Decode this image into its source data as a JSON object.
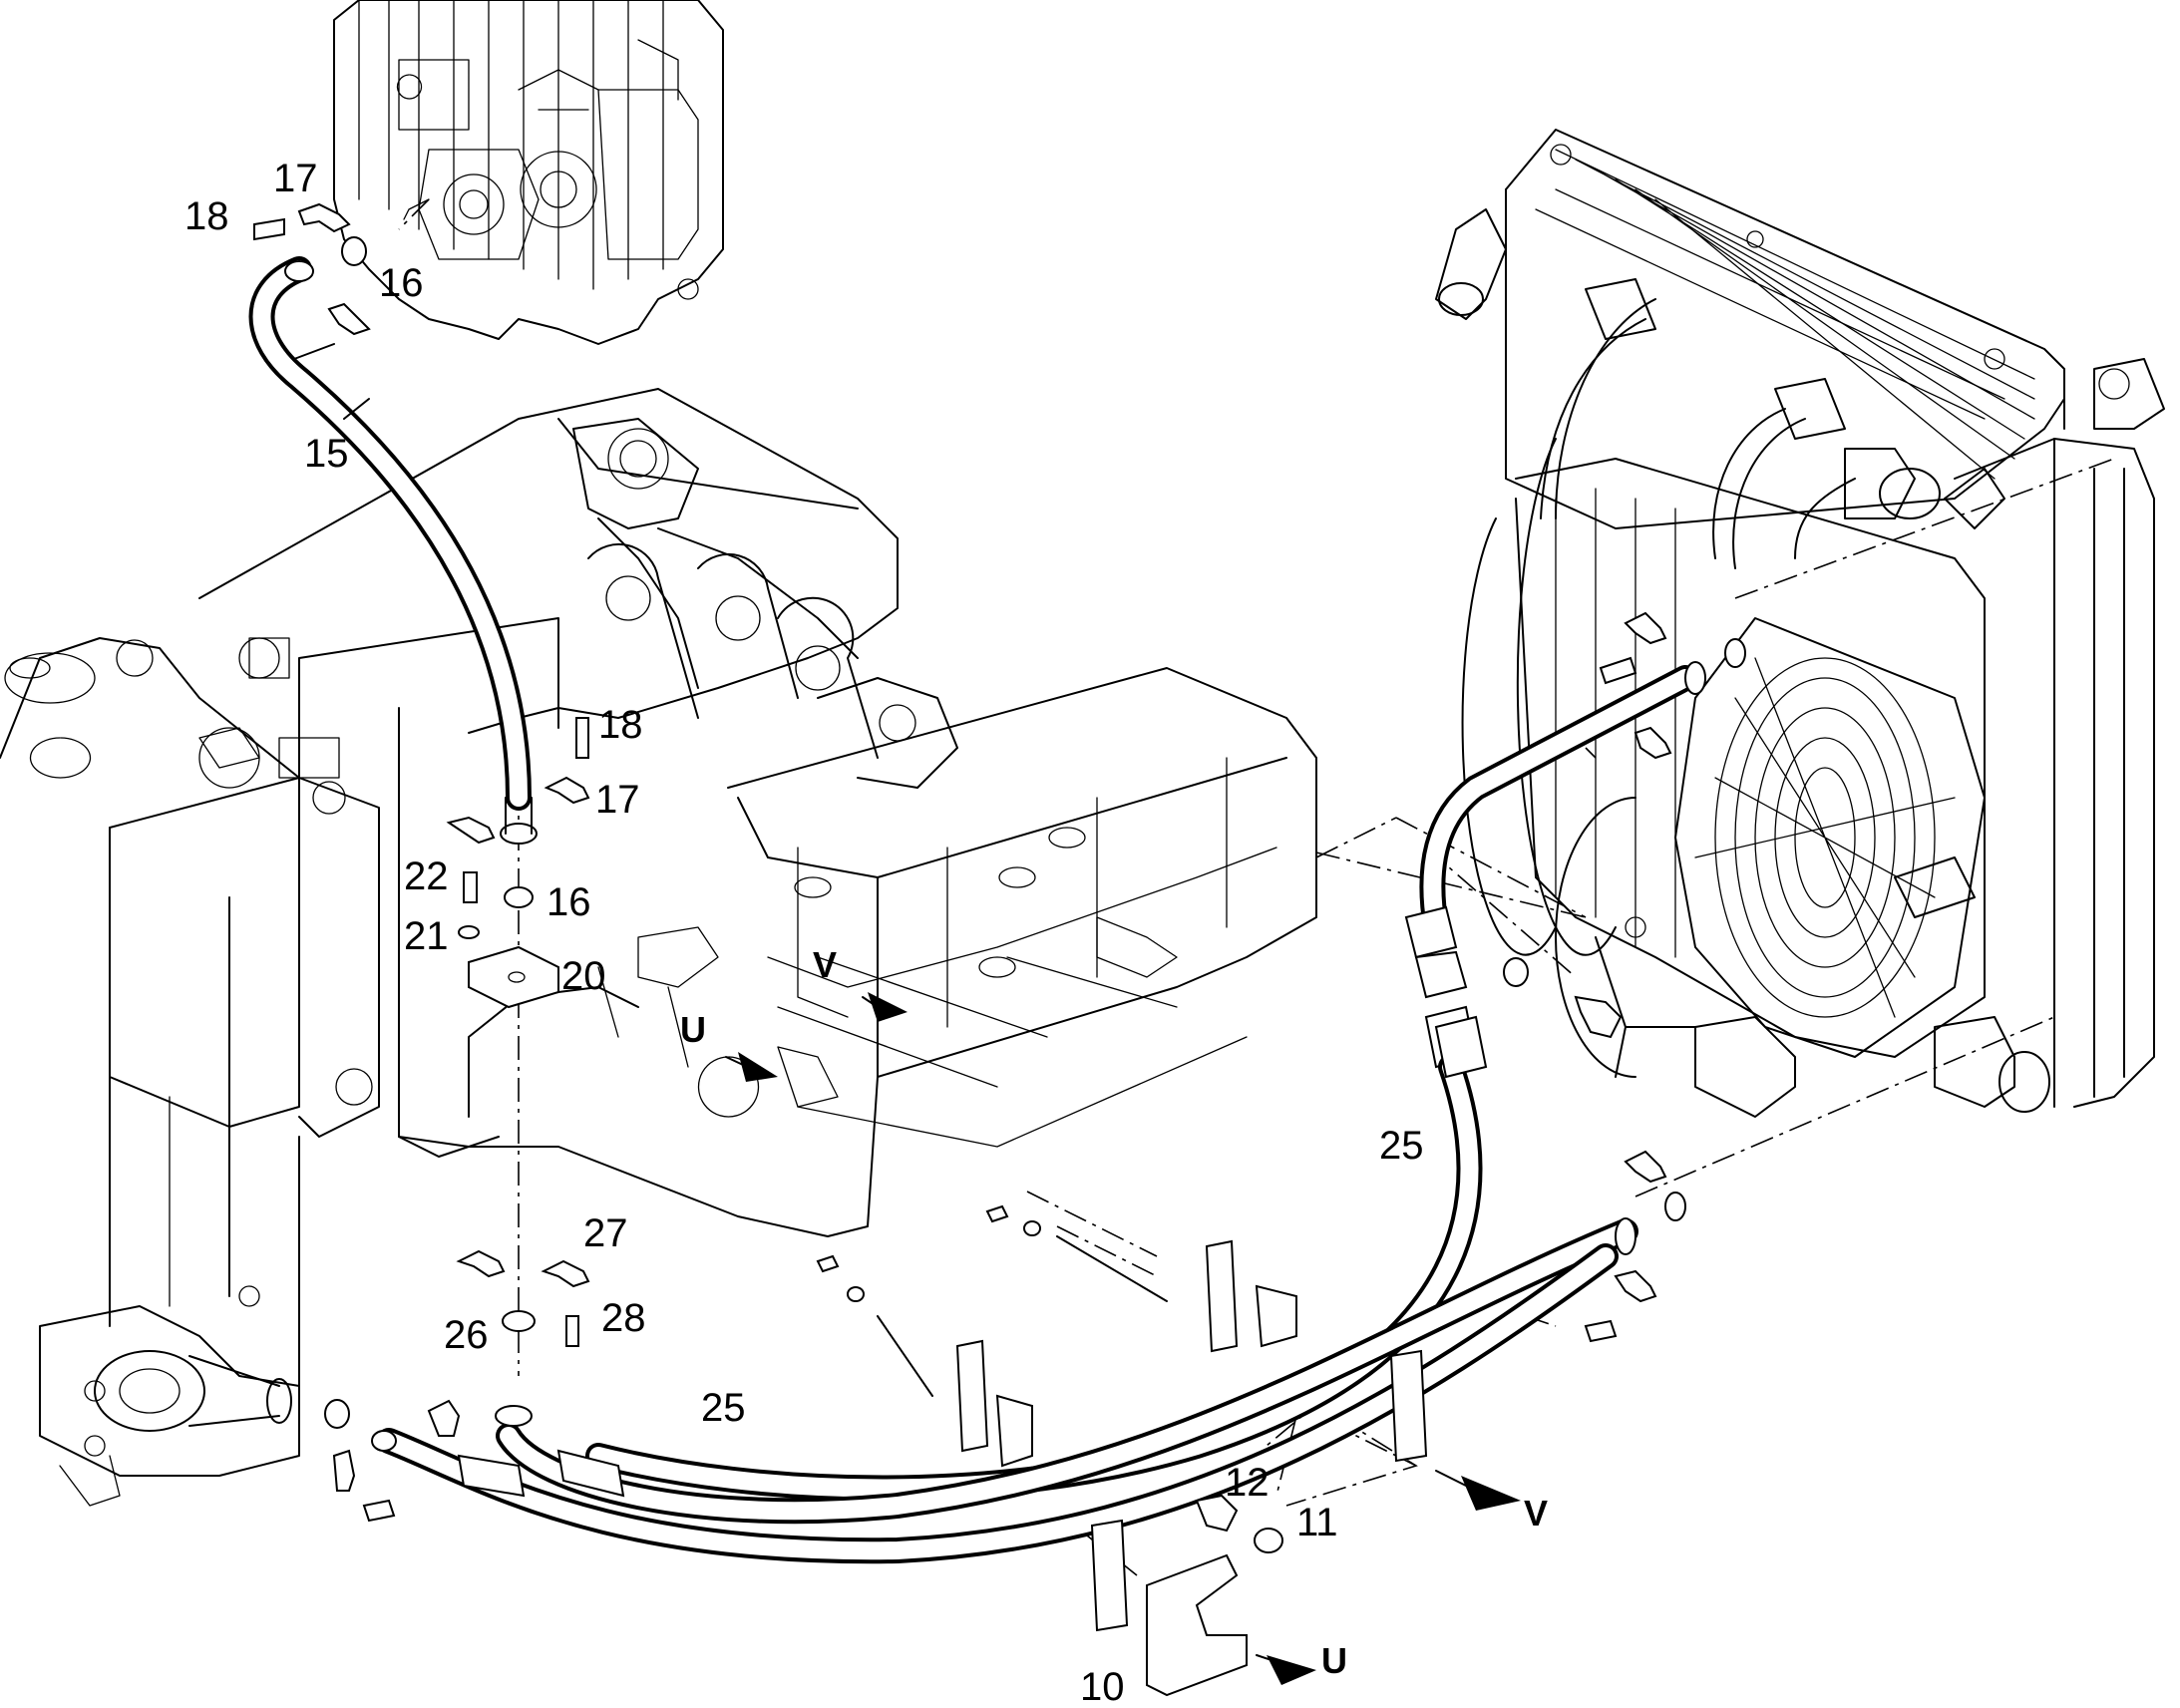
{
  "callouts": {
    "c10": "10",
    "c11": "11",
    "c12": "12",
    "c15": "15",
    "c16a": "16",
    "c16b": "16",
    "c17a": "17",
    "c17b": "17",
    "c18a": "18",
    "c18b": "18",
    "c20": "20",
    "c21": "21",
    "c22": "22",
    "c25a": "25",
    "c25b": "25",
    "c26": "26",
    "c27": "27",
    "c28": "28"
  },
  "section_markers": {
    "u_top": "U",
    "u_bottom": "U",
    "v_top": "V",
    "v_bottom": "V"
  },
  "colors": {
    "line": "#000000",
    "background": "#ffffff"
  }
}
